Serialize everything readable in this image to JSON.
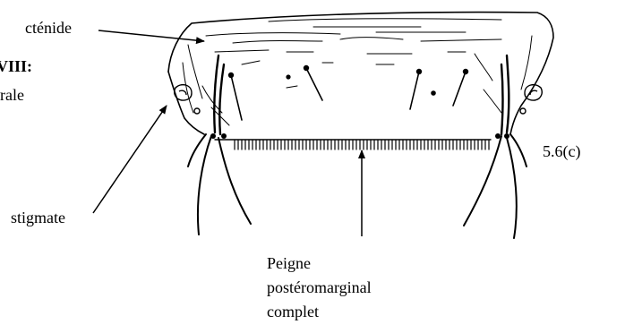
{
  "labels": {
    "ctenide": "cténide",
    "segment_fragment": "VIII:",
    "ventrale_fragment": "rale",
    "figure_number": "5.6(c)",
    "stigmate": "stigmate",
    "peigne_line1": "Peigne",
    "peigne_line2": "postéromarginal",
    "peigne_line3": "complet"
  }
}
